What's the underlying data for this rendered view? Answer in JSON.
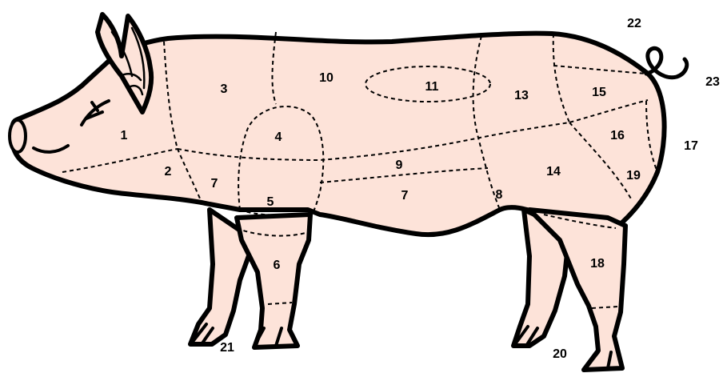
{
  "diagram": {
    "labels": [
      "1",
      "2",
      "3",
      "4",
      "5",
      "6",
      "7",
      "7",
      "8",
      "9",
      "10",
      "11",
      "13",
      "14",
      "15",
      "16",
      "17",
      "18",
      "19",
      "20",
      "21",
      "22",
      "23"
    ]
  },
  "colors": {
    "skin": "#fde3d9",
    "line": "#000000"
  }
}
